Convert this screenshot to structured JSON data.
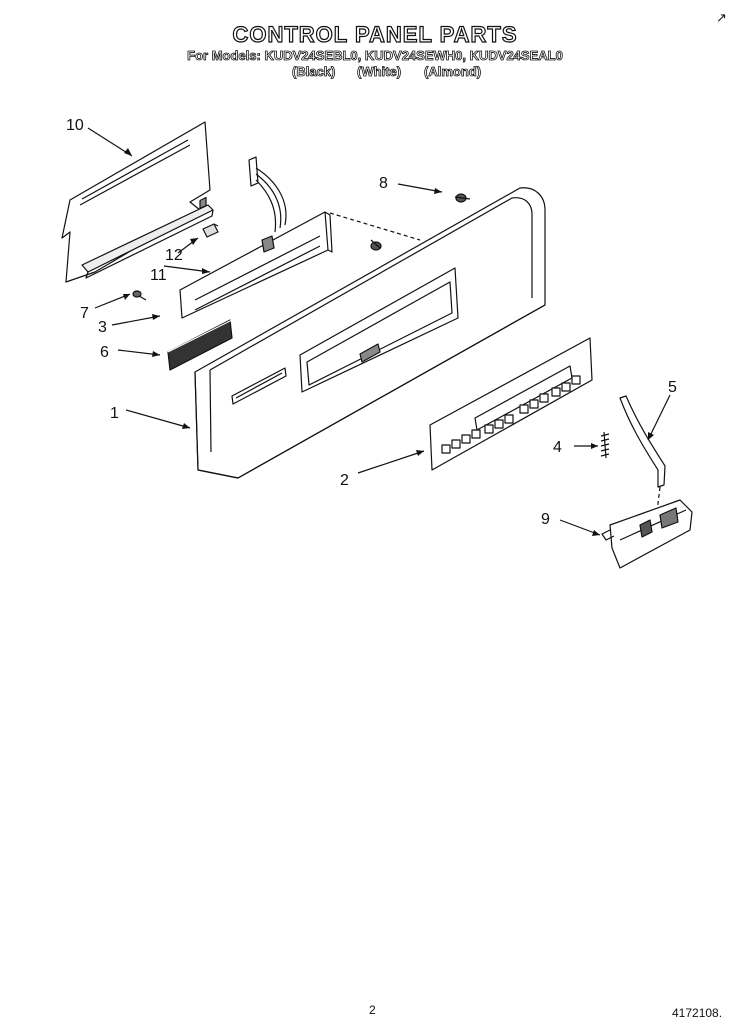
{
  "header": {
    "title": "CONTROL PANEL PARTS",
    "models_line": "For Models: KUDV24SEBL0, KUDV24SEWH0, KUDV24SEAL0",
    "variants": [
      "(Black)",
      "(White)",
      "(Almond)"
    ],
    "corner_mark": "↗"
  },
  "callouts": [
    "10",
    "8",
    "12",
    "11",
    "7",
    "3",
    "6",
    "1",
    "5",
    "4",
    "2",
    "9"
  ],
  "footer": {
    "page_number": "2",
    "document_number": "4172108."
  }
}
